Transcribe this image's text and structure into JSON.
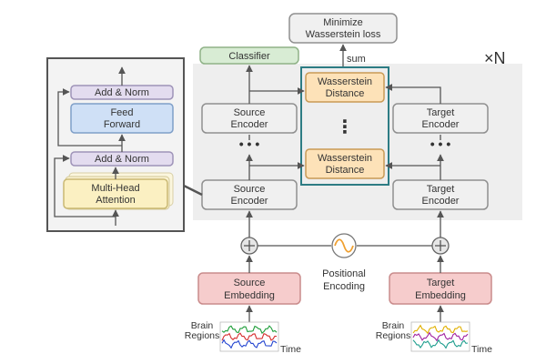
{
  "colors": {
    "gray_box_fill": "#f0f0f0",
    "gray_box_stroke": "#8f8f8f",
    "encoder_area": "#eeeeee",
    "classifier_fill": "#d8ecd4",
    "classifier_stroke": "#8fb287",
    "wasserstein_fill": "#fde2b8",
    "wasserstein_stroke": "#c99a55",
    "teal_border": "#2d7c84",
    "embedding_fill": "#f6cccc",
    "embedding_stroke": "#c98b8b",
    "norm_fill": "#e3dcef",
    "norm_stroke": "#9e93b8",
    "ff_fill": "#cfe0f6",
    "ff_stroke": "#7f9fc8",
    "mha_fill": "#fbf0c2",
    "mha_stroke": "#c9b873",
    "wave_orange": "#f0a030",
    "source_series": [
      "#1f9e3a",
      "#d62e2e",
      "#2445d0"
    ],
    "target_series": [
      "#e0b000",
      "#a020a0",
      "#1f9e8e"
    ]
  },
  "top": {
    "minimize_line1": "Minimize",
    "minimize_line2": "Wasserstein loss",
    "sum_label": "sum",
    "classifier_label": "Classifier",
    "repeat_label": "×N"
  },
  "encoders": {
    "source_line1": "Source",
    "source_line2": "Encoder",
    "target_line1": "Target",
    "target_line2": "Encoder",
    "wasserstein_line1": "Wasserstein",
    "wasserstein_line2": "Distance",
    "ellipsis": "• • •",
    "vertical_ellipsis": "⋮"
  },
  "transformer_block": {
    "add_norm": "Add & Norm",
    "feed_forward_line1": "Feed",
    "feed_forward_line2": "Forward",
    "mha_line1": "Multi-Head",
    "mha_line2": "Attention"
  },
  "inputs": {
    "positional_line1": "Positional",
    "positional_line2": "Encoding",
    "source_emb_line1": "Source",
    "source_emb_line2": "Embedding",
    "target_emb_line1": "Target",
    "target_emb_line2": "Embedding",
    "brain_line1": "Brain",
    "brain_line2": "Regions",
    "time_label": "Time"
  }
}
